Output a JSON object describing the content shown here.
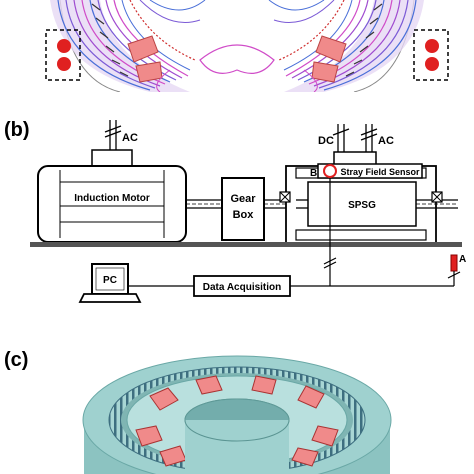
{
  "panel_b": {
    "label": "(b)",
    "ac_left": "AC",
    "dc": "DC",
    "ac_right": "AC",
    "motor": "Induction Motor",
    "gearbox_line1": "Gear",
    "gearbox_line2": "Box",
    "sensor": "Stray Field Sensor",
    "generator": "SPSG",
    "point_a": "A",
    "point_b": "B",
    "pc": "PC",
    "daq": "Data Acquisition"
  },
  "panel_c": {
    "label": "(c)"
  },
  "colors": {
    "field_blue": "#4a6fd8",
    "field_magenta": "#d04cc8",
    "field_red": "#d03030",
    "magnet_pink": "#f08a8a",
    "core_teal": "#9fd1cf",
    "core_dark": "#6aa8a6",
    "sensor_red": "#e02020",
    "ground": "#555555"
  }
}
